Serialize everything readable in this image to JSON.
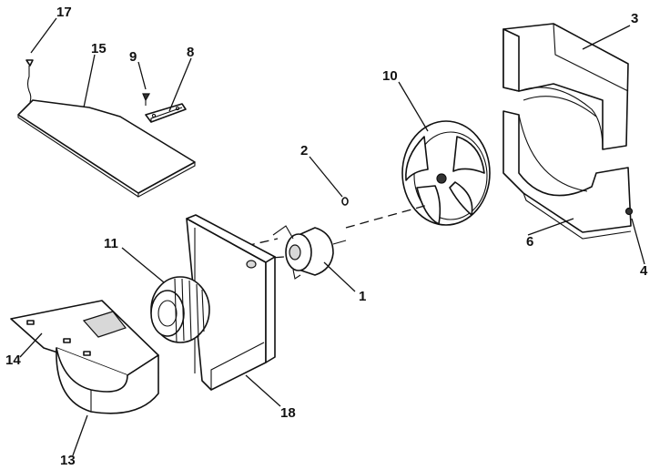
{
  "callouts": {
    "c1": "1",
    "c2": "2",
    "c3": "3",
    "c4": "4",
    "c6": "6",
    "c8": "8",
    "c9": "9",
    "c10": "10",
    "c11": "11",
    "c13": "13",
    "c14": "14",
    "c15": "15",
    "c17": "17",
    "c18": "18"
  }
}
